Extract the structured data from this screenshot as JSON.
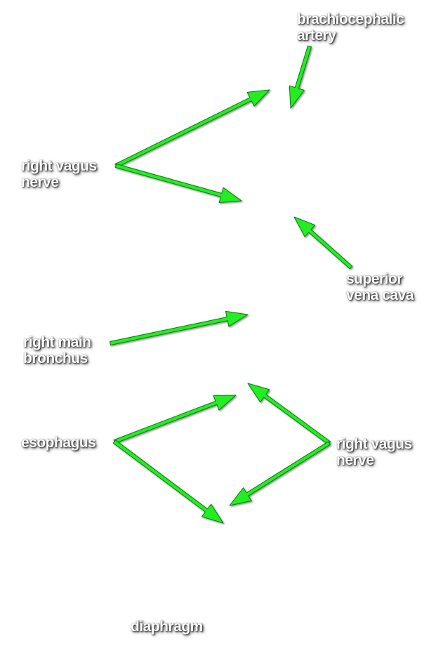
{
  "colors": {
    "arrow": "#22ee22",
    "arrow_outline": "#0a7a0a",
    "label_text": "#ffffff",
    "background": "#ffffff"
  },
  "labels": {
    "brachiocephalic_artery": {
      "line1": "brachiocephalic",
      "line2": "artery"
    },
    "right_vagus_nerve_top": {
      "line1": "right vagus",
      "line2": "nerve"
    },
    "superior_vena_cava": {
      "line1": "superior",
      "line2": "vena cava"
    },
    "right_main_bronchus": {
      "line1": "right main",
      "line2": "bronchus"
    },
    "esophagus": {
      "line1": "esophagus"
    },
    "right_vagus_nerve_bottom": {
      "line1": "right vagus",
      "line2": "nerve"
    },
    "diaphragm": {
      "line1": "diaphragm"
    }
  }
}
